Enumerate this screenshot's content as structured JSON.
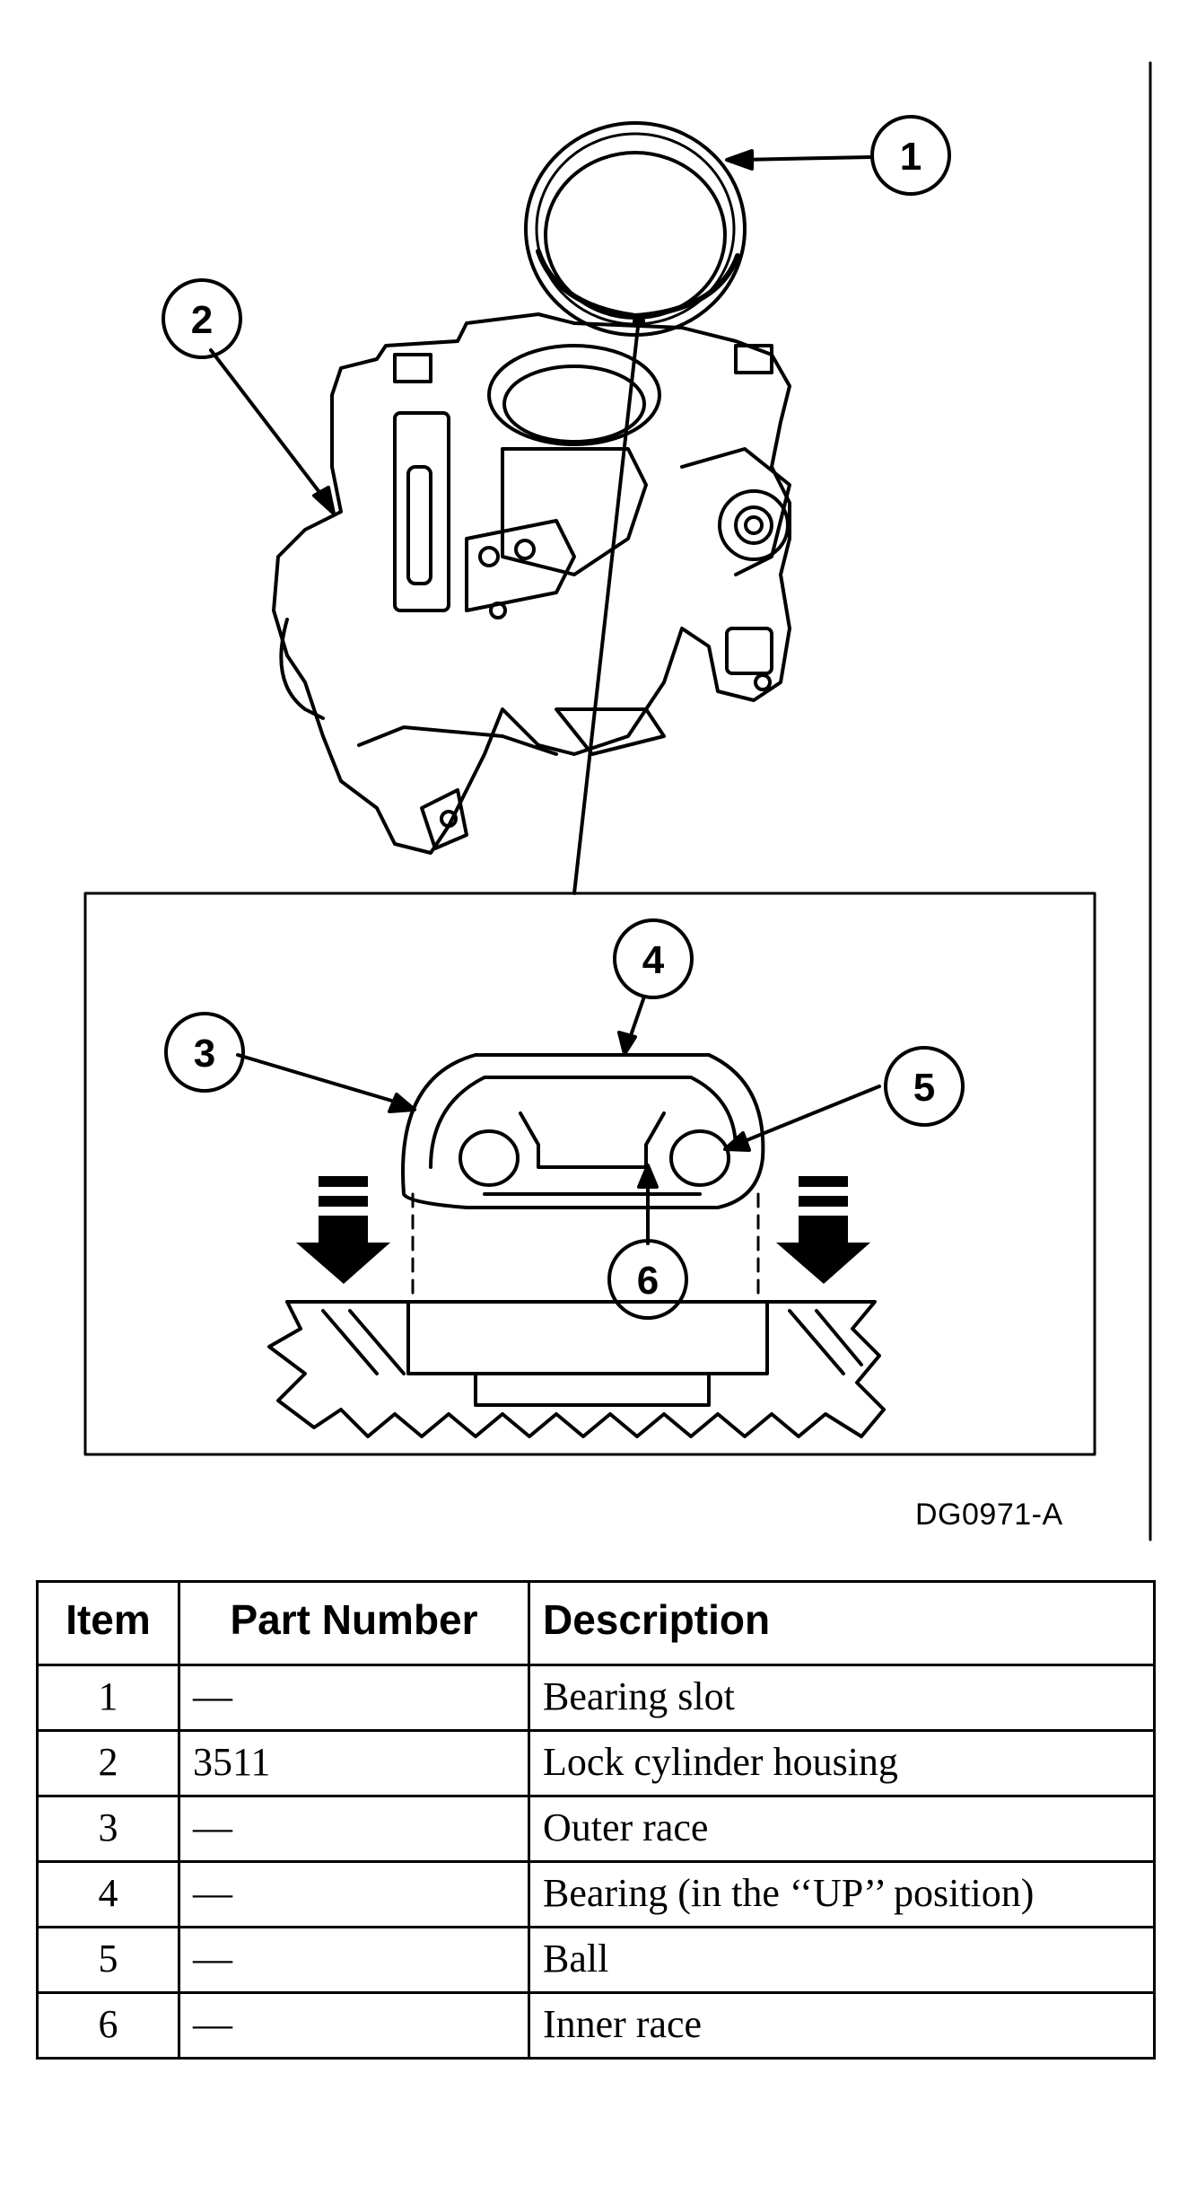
{
  "figure": {
    "callouts": [
      "1",
      "2",
      "3",
      "4",
      "5",
      "6"
    ],
    "figure_id": "DG0971-A"
  },
  "table": {
    "headers": {
      "item": "Item",
      "part_number": "Part Number",
      "description": "Description"
    },
    "rows": [
      {
        "item": "1",
        "part_number": "—",
        "description": "Bearing slot"
      },
      {
        "item": "2",
        "part_number": "3511",
        "description": "Lock cylinder housing"
      },
      {
        "item": "3",
        "part_number": "—",
        "description": "Outer race"
      },
      {
        "item": "4",
        "part_number": "—",
        "description": "Bearing (in the ‘‘UP’’ position)"
      },
      {
        "item": "5",
        "part_number": "—",
        "description": "Ball"
      },
      {
        "item": "6",
        "part_number": "—",
        "description": "Inner race"
      }
    ]
  }
}
